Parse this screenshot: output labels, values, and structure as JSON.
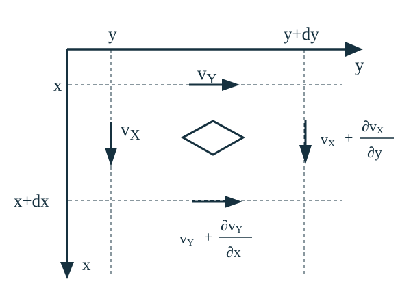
{
  "colors": {
    "ink": "#16313f",
    "background": "#ffffff"
  },
  "labels": {
    "top_y": "y",
    "top_y_plus_dy": "y+dy",
    "axis_y": "y",
    "left_x": "x",
    "left_x_plus_dx": "x+dx",
    "axis_x": "x",
    "vY": {
      "base": "v",
      "sub": "Y"
    },
    "vX": {
      "base": "v",
      "sub": "X"
    },
    "right_formula": {
      "lhs_base": "v",
      "lhs_sub": "X",
      "plus": "+",
      "num_d": "∂v",
      "num_sub": "X",
      "den": "∂y"
    },
    "bottom_formula": {
      "lhs_base": "v",
      "lhs_sub": "Y",
      "plus": "+",
      "num_d": "∂v",
      "num_sub": "Y",
      "den": "∂x"
    }
  }
}
